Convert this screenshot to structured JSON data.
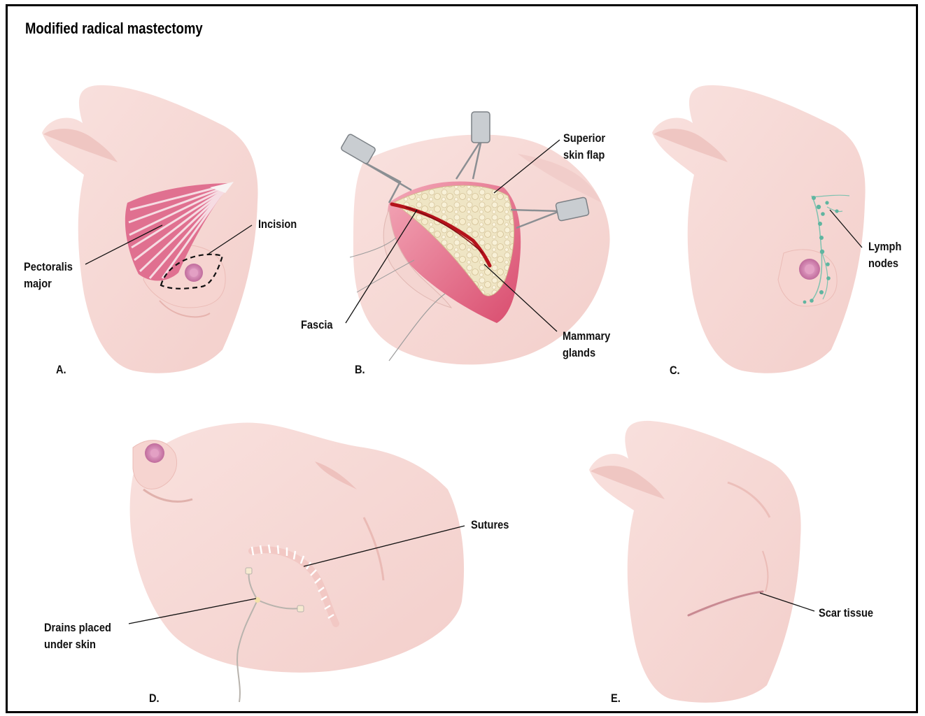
{
  "title": "Modified radical mastectomy",
  "panels": {
    "a": {
      "letter": "A.",
      "labels": {
        "incision": "Incision",
        "pectoralis_line1": "Pectoralis",
        "pectoralis_line2": "major"
      }
    },
    "b": {
      "letter": "B.",
      "labels": {
        "superior_line1": "Superior",
        "superior_line2": "skin flap",
        "fascia": "Fascia",
        "mammary_line1": "Mammary",
        "mammary_line2": "glands"
      }
    },
    "c": {
      "letter": "C.",
      "labels": {
        "lymph_line1": "Lymph",
        "lymph_line2": "nodes"
      }
    },
    "d": {
      "letter": "D.",
      "labels": {
        "sutures": "Sutures",
        "drains_line1": "Drains placed",
        "drains_line2": "under skin"
      }
    },
    "e": {
      "letter": "E.",
      "labels": {
        "scar": "Scar tissue"
      }
    }
  },
  "colors": {
    "skin": "#f7d9d6",
    "skin_shadow": "#efc4c0",
    "muscle": "#d9607e",
    "tissue": "#eee3c2",
    "nipple": "#c97aa6",
    "node": "#5fb5a0",
    "blood": "#b5121b"
  }
}
